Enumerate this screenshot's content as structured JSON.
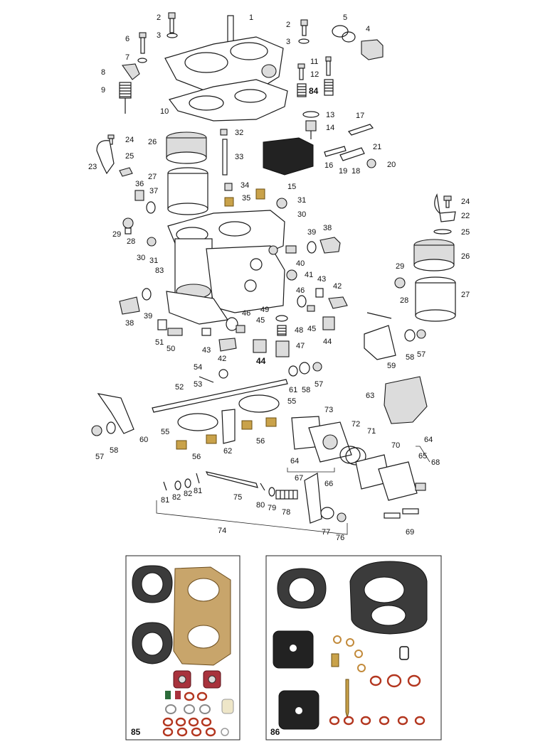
{
  "labels": {
    "p1": "1",
    "p2a": "2",
    "p2b": "2",
    "p3a": "3",
    "p3b": "3",
    "p4": "4",
    "p5": "5",
    "p6": "6",
    "p7": "7",
    "p8": "8",
    "p9": "9",
    "p10": "10",
    "p11": "11",
    "p12": "12",
    "p84a": "84",
    "p13": "13",
    "p14": "14",
    "p17": "17",
    "p15": "15",
    "p16": "16",
    "p19": "19",
    "p18": "18",
    "p21": "21",
    "p20": "20",
    "p24a": "24",
    "p32": "32",
    "p26a": "26",
    "p25a": "25",
    "p23": "23",
    "p33": "33",
    "p27a": "27",
    "p36": "36",
    "p37": "37",
    "p34": "34",
    "p35": "35",
    "p31a": "31",
    "p30a": "30",
    "p24b": "24",
    "p22": "22",
    "p25b": "25",
    "p29a": "29",
    "p28a": "28",
    "p39a": "39",
    "p38a": "38",
    "p30b": "30",
    "p31b": "31",
    "p40": "40",
    "p83": "83",
    "p41": "41",
    "p26b": "26",
    "p29b": "29",
    "p43a": "43",
    "p42a": "42",
    "p28b": "28",
    "p27b": "27",
    "p46a": "46",
    "p45a": "45",
    "p38b": "38",
    "p39b": "39",
    "p49": "49",
    "p46b": "46",
    "p45b": "45",
    "p48": "48",
    "p44a": "44",
    "p51": "51",
    "p50": "50",
    "p43b": "43",
    "p42b": "42",
    "p47": "47",
    "p44b": "44",
    "p59": "59",
    "p58a": "58",
    "p57a": "57",
    "p54": "54",
    "p53": "53",
    "p52": "52",
    "p61": "61",
    "p58b": "58",
    "p57b": "57",
    "p63": "63",
    "p55a": "55",
    "p55b": "55",
    "p73": "73",
    "p72": "72",
    "p71": "71",
    "p70": "70",
    "p64a": "64",
    "p65": "65",
    "p57c": "57",
    "p58c": "58",
    "p60": "60",
    "p62": "62",
    "p56a": "56",
    "p56b": "56",
    "p68": "68",
    "p64b": "64",
    "p67": "67",
    "p66": "66",
    "p81a": "81",
    "p82a": "82",
    "p82b": "82",
    "p81b": "81",
    "p75": "75",
    "p80": "80",
    "p79": "79",
    "p78": "78",
    "p77": "77",
    "p76": "76",
    "p69": "69",
    "p74": "74",
    "p85": "85",
    "p86": "86"
  },
  "colors": {
    "line": "#1a1a1a",
    "brass": "#c9a24a",
    "gasket_gold": "#c8a56b",
    "gasket_dark": "#3b3b3b",
    "red_rubber": "#b3361f",
    "diaphragm_red": "#a8323c"
  }
}
